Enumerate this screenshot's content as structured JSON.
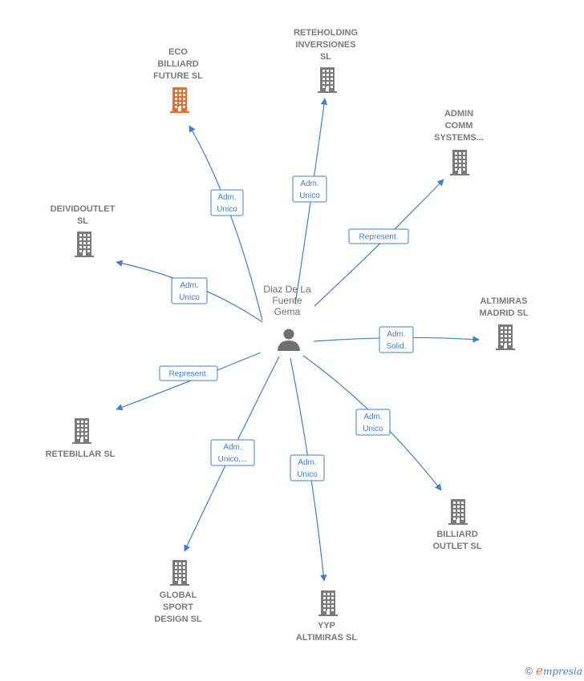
{
  "person": {
    "name_lines": [
      "Diaz De La",
      "Fuente",
      "Gema"
    ],
    "icon": "person-icon"
  },
  "colors": {
    "edge": "#3e7fd6",
    "building": "#7a7a7a",
    "building_highlight": "#f26a22",
    "label": "#7a7a7a"
  },
  "companies": [
    {
      "id": "eco",
      "lines": [
        "ECO",
        "BILLIARD",
        "FUTURE  SL"
      ],
      "highlight": true
    },
    {
      "id": "reteholding",
      "lines": [
        "RETEHOLDING",
        "INVERSIONES",
        "SL"
      ],
      "highlight": false
    },
    {
      "id": "admin",
      "lines": [
        "ADMIN",
        "COMM",
        "SYSTEMS..."
      ],
      "highlight": false
    },
    {
      "id": "deivid",
      "lines": [
        "DEIVIDOUTLET",
        "SL"
      ],
      "highlight": false
    },
    {
      "id": "altimiras",
      "lines": [
        "ALTIMIRAS",
        "MADRID SL"
      ],
      "highlight": false
    },
    {
      "id": "retebillar",
      "lines": [
        "RETEBILLAR SL"
      ],
      "highlight": false
    },
    {
      "id": "billiard",
      "lines": [
        "BILLIARD",
        "OUTLET  SL"
      ],
      "highlight": false
    },
    {
      "id": "global",
      "lines": [
        "GLOBAL",
        "SPORT",
        "DESIGN SL"
      ],
      "highlight": false
    },
    {
      "id": "yyp",
      "lines": [
        "YYP",
        "ALTIMIRAS  SL"
      ],
      "highlight": false
    }
  ],
  "relations": [
    {
      "to": "eco",
      "role_lines": [
        "Adm.",
        "Unico"
      ]
    },
    {
      "to": "reteholding",
      "role_lines": [
        "Adm.",
        "Unico"
      ]
    },
    {
      "to": "admin",
      "role_lines": [
        "Represent."
      ]
    },
    {
      "to": "deivid",
      "role_lines": [
        "Adm.",
        "Unico"
      ]
    },
    {
      "to": "altimiras",
      "role_lines": [
        "Adm.",
        "Solid."
      ]
    },
    {
      "to": "retebillar",
      "role_lines": [
        "Represent."
      ]
    },
    {
      "to": "billiard",
      "role_lines": [
        "Adm.",
        "Unico"
      ]
    },
    {
      "to": "global",
      "role_lines": [
        "Adm.",
        "Unico,..."
      ]
    },
    {
      "to": "yyp",
      "role_lines": [
        "Adm.",
        "Unico"
      ]
    }
  ],
  "footer": {
    "copyright": "©",
    "brand_first": "e",
    "brand_rest": "mpresia"
  }
}
